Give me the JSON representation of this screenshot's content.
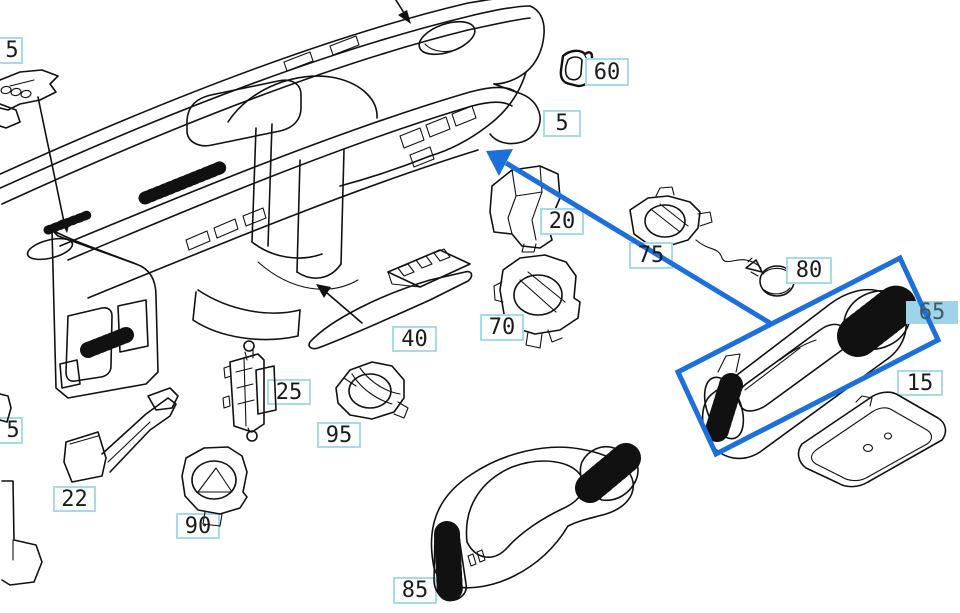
{
  "diagram": {
    "type": "exploded-parts-diagram",
    "callouts": [
      {
        "id": "c5a",
        "label": "5",
        "partial": true
      },
      {
        "id": "c60",
        "label": "60"
      },
      {
        "id": "c5b",
        "label": "5"
      },
      {
        "id": "c20",
        "label": "20"
      },
      {
        "id": "c75",
        "label": "75"
      },
      {
        "id": "c70",
        "label": "70"
      },
      {
        "id": "c80",
        "label": "80"
      },
      {
        "id": "c65",
        "label": "65",
        "highlighted": true
      },
      {
        "id": "c15",
        "label": "15"
      },
      {
        "id": "c40",
        "label": "40"
      },
      {
        "id": "c25",
        "label": "25"
      },
      {
        "id": "c95",
        "label": "95"
      },
      {
        "id": "c90",
        "label": "90"
      },
      {
        "id": "c85",
        "label": "85"
      },
      {
        "id": "c22",
        "label": "22"
      },
      {
        "id": "c5c",
        "label": "5",
        "partial": true
      }
    ],
    "colors": {
      "background": "#ffffff",
      "line_art": "#111111",
      "callout_border": "#a6dbec",
      "callout_text": "#1b1b1b",
      "highlight_fill": "#9ed3e8",
      "highlight_text": "#3d5a68",
      "selection_blue": "#1c6fdc"
    }
  }
}
